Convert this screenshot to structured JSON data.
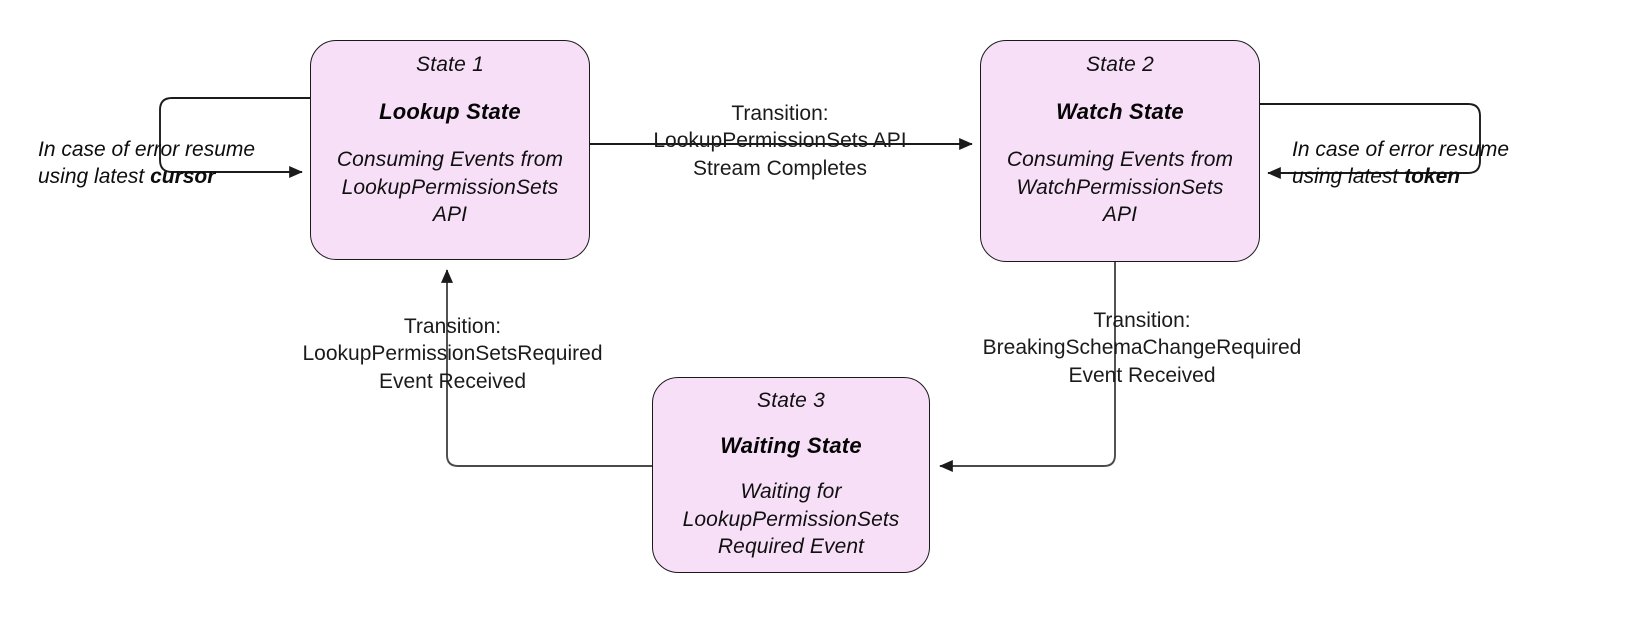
{
  "diagram": {
    "title": "Permission Sets Consumer State Machine",
    "accent_fill": "#f7e0f7",
    "stroke": "#1a1a1a",
    "background": "#ffffff",
    "states": [
      {
        "index_label": "State 1",
        "name": "Lookup State",
        "description": "Consuming Events from\nLookupPermissionSets\nAPI"
      },
      {
        "index_label": "State 2",
        "name": "Watch State",
        "description": "Consuming Events from\nWatchPermissionSets\nAPI"
      },
      {
        "index_label": "State 3",
        "name": "Waiting State",
        "description": "Waiting for\nLookupPermissionSets\nRequired Event"
      }
    ],
    "transitions": [
      {
        "id": "lookup-to-watch",
        "from": "State 1",
        "to": "State 2",
        "label": "Transition:\nLookupPermissionSets API\nStream Completes"
      },
      {
        "id": "watch-to-waiting",
        "from": "State 2",
        "to": "State 3",
        "label": "Transition:\nBreakingSchemaChangeRequired\nEvent Received"
      },
      {
        "id": "waiting-to-lookup",
        "from": "State 3",
        "to": "State 1",
        "label": "Transition:\nLookupPermissionSetsRequired\nEvent Received"
      }
    ],
    "self_loops": [
      {
        "id": "lookup-error-loop",
        "on_state": "State 1",
        "line1": "In case of error resume",
        "line2_prefix": "using latest ",
        "line2_emphasis": "cursor"
      },
      {
        "id": "watch-error-loop",
        "on_state": "State 2",
        "line1": "In case of error resume",
        "line2_prefix": "using latest ",
        "line2_emphasis": "token"
      }
    ]
  }
}
